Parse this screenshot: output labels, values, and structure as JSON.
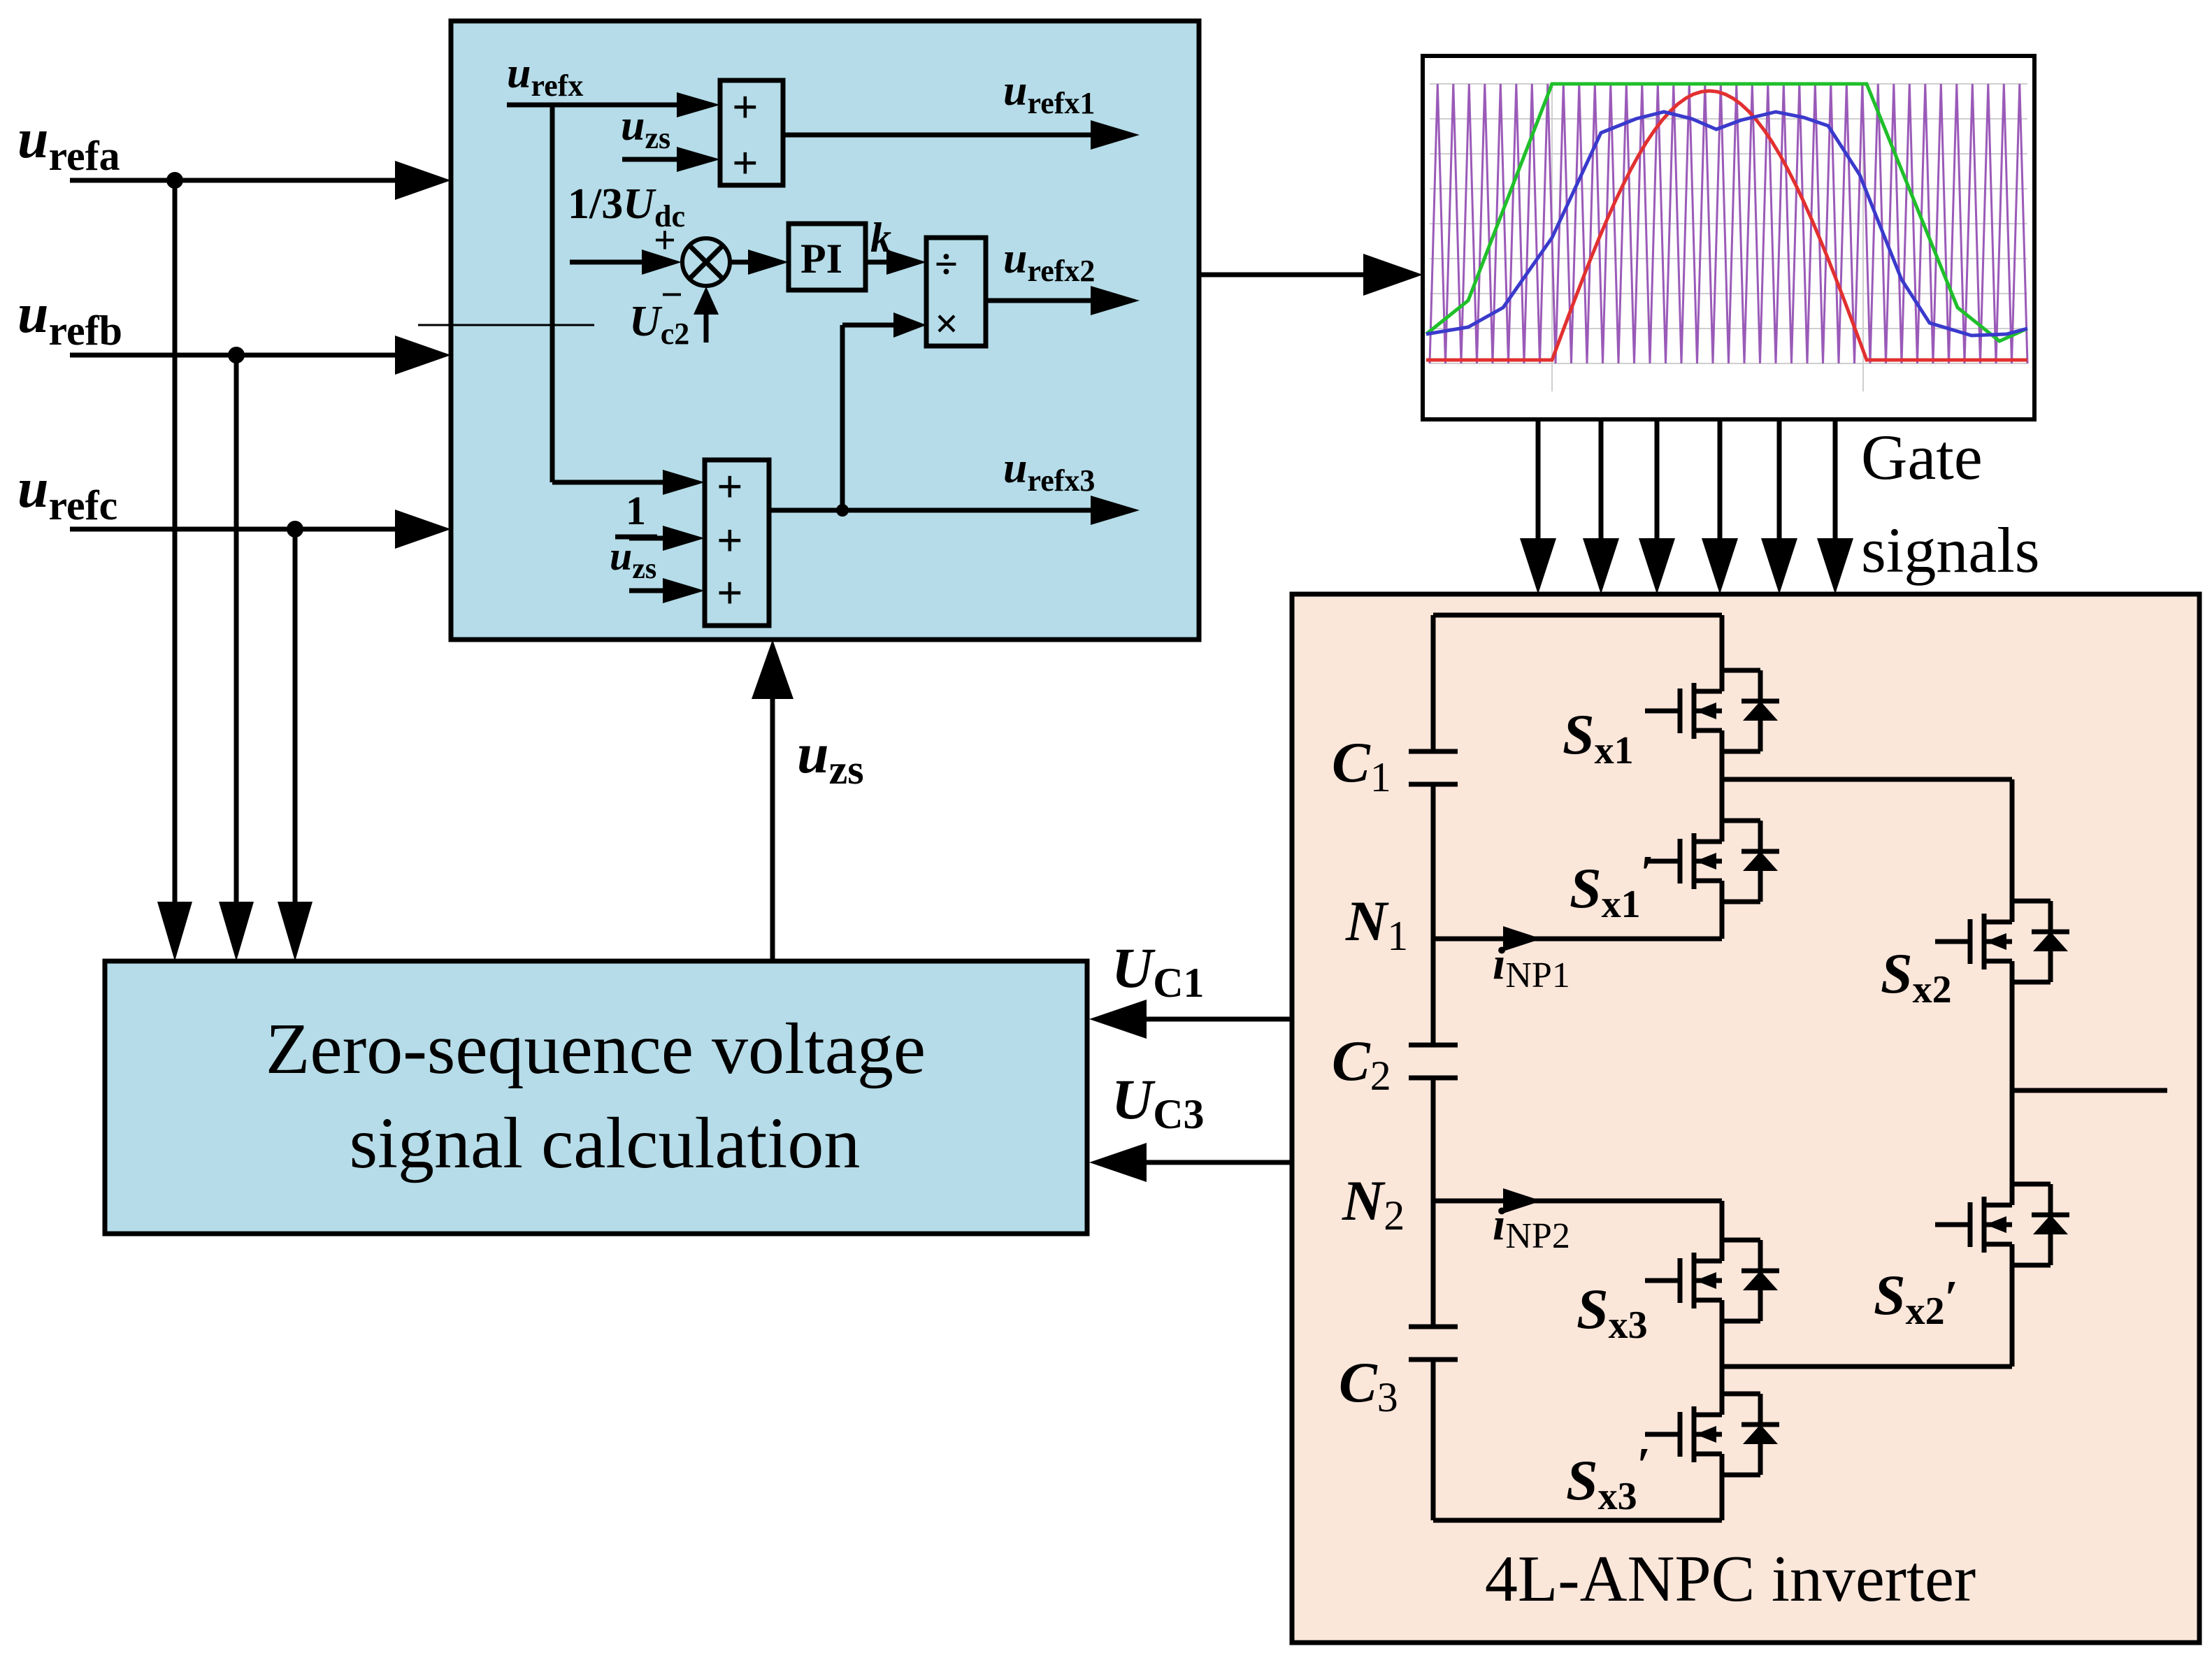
{
  "inputs": {
    "a": {
      "main": "u",
      "sub": "refa"
    },
    "b": {
      "main": "u",
      "sub": "refb"
    },
    "c": {
      "main": "u",
      "sub": "refc"
    }
  },
  "control_block": {
    "in_main": "u",
    "in_sub": "refx",
    "zs1_main": "u",
    "zs1_sub": "zs",
    "plus": "+",
    "ref_text": "1/3",
    "ref_U": "U",
    "ref_sub": "dc",
    "sum_plus": "+",
    "sum_minus": "−",
    "uc2_main": "U",
    "uc2_sub": "c2",
    "pi_label": "PI",
    "k_label": "k",
    "div_sym": "÷",
    "mul_sym": "×",
    "half": "1",
    "zs3_main": "u",
    "zs3_sub": "zs",
    "out1_main": "u",
    "out1_sub": "refx1",
    "out2_main": "u",
    "out2_sub": "refx2",
    "out3_main": "u",
    "out3_sub": "refx3"
  },
  "uzs_up": {
    "main": "u",
    "sub": "zs"
  },
  "zero_seq_block": {
    "line1": "Zero-sequence voltage",
    "line2": "signal calculation"
  },
  "feedback": {
    "uc1_main": "U",
    "uc1_sub": "C1",
    "uc3_main": "U",
    "uc3_sub": "C3"
  },
  "gate_signals": {
    "line1": "Gate",
    "line2": "signals"
  },
  "inverter": {
    "title": "4L-ANPC inverter",
    "C1": {
      "main": "C",
      "sub": "1"
    },
    "C2": {
      "main": "C",
      "sub": "2"
    },
    "C3": {
      "main": "C",
      "sub": "3"
    },
    "N1": {
      "main": "N",
      "sub": "1"
    },
    "N2": {
      "main": "N",
      "sub": "2"
    },
    "iNP1": {
      "main": "i",
      "sub": "NP1"
    },
    "iNP2": {
      "main": "i",
      "sub": "NP2"
    },
    "Sx1": {
      "main": "S",
      "sub": "x1"
    },
    "Sx1p": {
      "main": "S",
      "sub": "x1",
      "prime": "′"
    },
    "Sx2": {
      "main": "S",
      "sub": "x2"
    },
    "Sx2p": {
      "main": "S",
      "sub": "x2",
      "prime": "′"
    },
    "Sx3": {
      "main": "S",
      "sub": "x3"
    },
    "Sx3p": {
      "main": "S",
      "sub": "x3",
      "prime": "′"
    }
  },
  "colors": {
    "block_blue": "#b5dce8",
    "inverter_bg": "#fbe6da",
    "wave_green": "#1fbf2a",
    "wave_red": "#e23030",
    "wave_blue": "#3a3acc",
    "carrier_purple": "#9a5ab8"
  }
}
